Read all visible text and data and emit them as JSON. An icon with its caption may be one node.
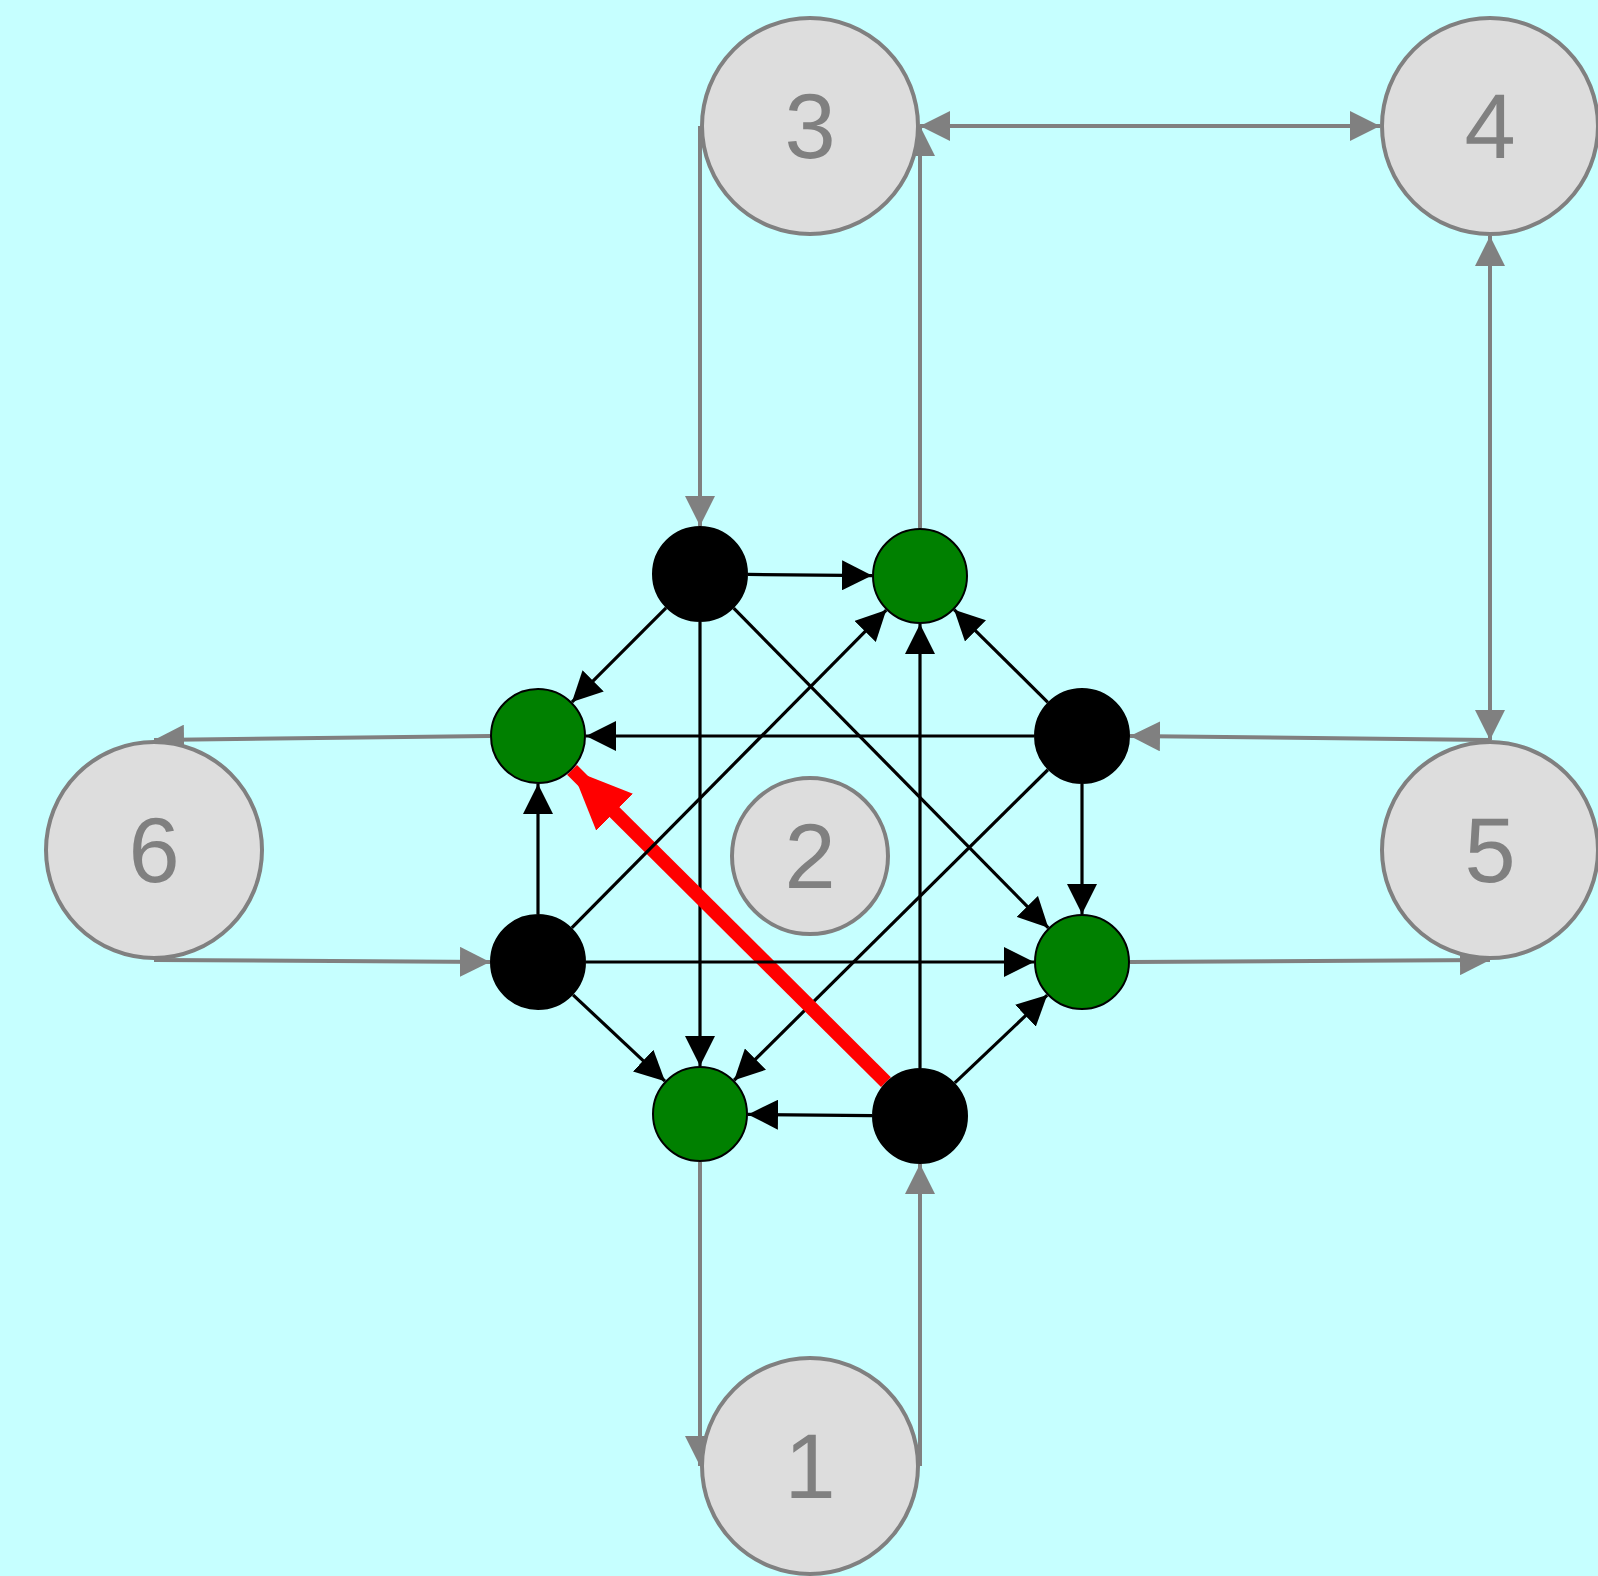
{
  "diagram": {
    "nodes": [
      {
        "text": [
          "3"
        ]
      },
      {
        "text": [
          "4"
        ]
      },
      {
        "text": [],
        "shape": "circle"
      },
      {
        "text": [],
        "shape": "circle"
      },
      {
        "text": [],
        "shape": "circle"
      },
      {
        "text": [],
        "shape": "circle"
      },
      {
        "text": [
          "6"
        ]
      },
      {
        "text": [
          "2"
        ]
      },
      {
        "text": [
          "5"
        ]
      },
      {
        "text": [],
        "shape": "circle"
      },
      {
        "text": [],
        "shape": "circle"
      },
      {
        "text": [],
        "shape": "circle"
      },
      {
        "text": [],
        "shape": "circle"
      },
      {
        "text": [
          "1"
        ]
      }
    ],
    "edges": [
      {
        "from": 0,
        "to": 1,
        "arrow": "both",
        "color": "#808080"
      },
      {
        "from": 1,
        "to": 8,
        "arrow": "both",
        "color": "#808080"
      },
      {
        "from": 0,
        "to": 2,
        "arrow": "to",
        "color": "#808080"
      },
      {
        "from": 3,
        "to": 0,
        "arrow": "to",
        "color": "#808080"
      },
      {
        "from": 8,
        "to": 5,
        "arrow": "to",
        "color": "#808080"
      },
      {
        "from": 10,
        "to": 8,
        "arrow": "to",
        "color": "#808080"
      },
      {
        "from": 4,
        "to": 6,
        "arrow": "to",
        "color": "#808080"
      },
      {
        "from": 6,
        "to": 9,
        "arrow": "to",
        "color": "#808080"
      },
      {
        "from": 11,
        "to": 13,
        "arrow": "to",
        "color": "#808080"
      },
      {
        "from": 13,
        "to": 12,
        "arrow": "to",
        "color": "#808080"
      },
      {
        "from": 2,
        "to": 3,
        "arrow": "to"
      },
      {
        "from": 2,
        "to": 4,
        "arrow": "to"
      },
      {
        "from": 2,
        "to": 11,
        "arrow": "to"
      },
      {
        "from": 2,
        "to": 10,
        "arrow": "to"
      },
      {
        "from": 5,
        "to": 3,
        "arrow": "to"
      },
      {
        "from": 5,
        "to": 4,
        "arrow": "to"
      },
      {
        "from": 5,
        "to": 10,
        "arrow": "to"
      },
      {
        "from": 5,
        "to": 11,
        "arrow": "to"
      },
      {
        "from": 12,
        "to": 3,
        "arrow": "to"
      },
      {
        "from": 12,
        "to": 11,
        "arrow": "to"
      },
      {
        "from": 12,
        "to": 10,
        "arrow": "to"
      },
      {
        "from": 12,
        "to": 4,
        "arrow": "to",
        "style": "thick",
        "color": "#ff0000"
      },
      {
        "from": 9,
        "to": 4,
        "arrow": "to"
      },
      {
        "from": 9,
        "to": 10,
        "arrow": "to"
      },
      {
        "from": 9,
        "to": 11,
        "arrow": "to"
      },
      {
        "from": 9,
        "to": 3,
        "arrow": "to"
      }
    ]
  }
}
